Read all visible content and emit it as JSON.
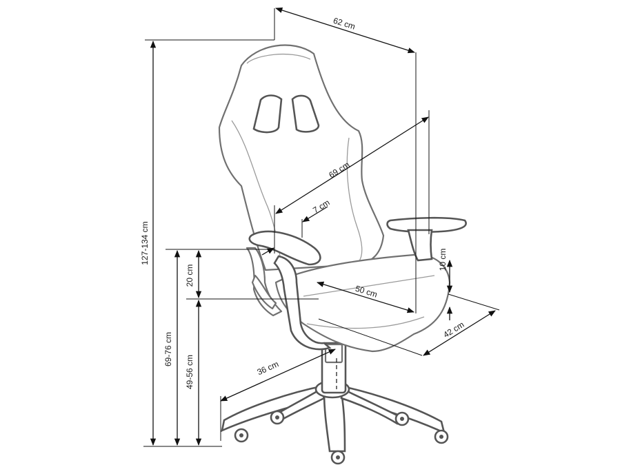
{
  "diagram": {
    "line_color": "#111111",
    "outline_color": "#707070",
    "labels": {
      "top_width": "62 cm",
      "backrest_height": "69 cm",
      "armrest_width": "7 cm",
      "total_height": "127-134 cm",
      "armrest_to_seat": "20 cm",
      "armrest_height": "69-76 cm",
      "seat_height": "49-56 cm",
      "seat_depth": "50 cm",
      "seat_side": "10 cm",
      "seat_width": "42 cm",
      "base_radius": "36 cm"
    }
  }
}
